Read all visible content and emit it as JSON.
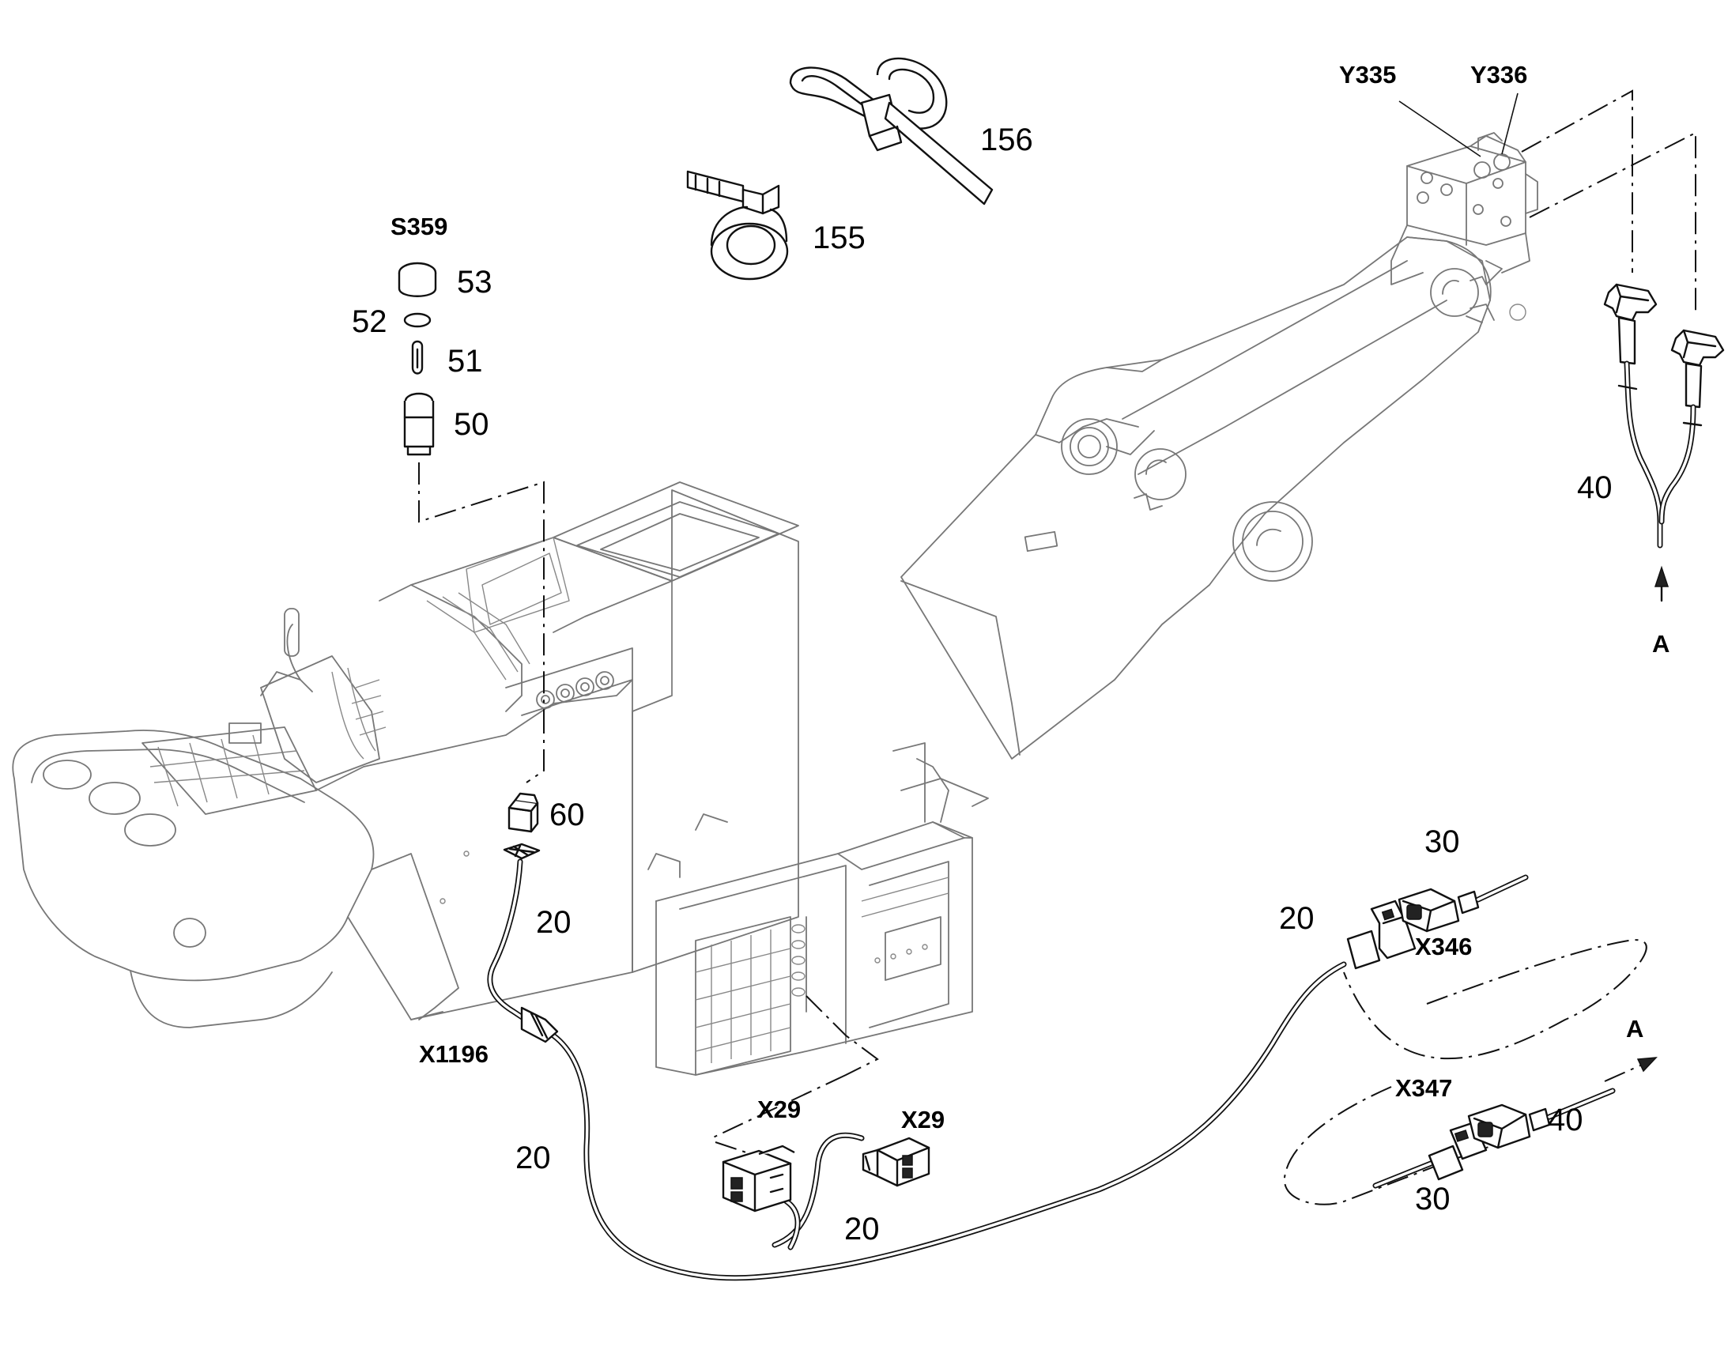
{
  "labels": {
    "s359": "S359",
    "p53": "53",
    "p52": "52",
    "p51": "51",
    "p50": "50",
    "p60": "60",
    "p155": "155",
    "p156": "156",
    "y335": "Y335",
    "y336": "Y336",
    "p40_top": "40",
    "view_a_top": "A",
    "p20_cab": "20",
    "x1196": "X1196",
    "p20_lower": "20",
    "x29_left": "X29",
    "x29_right": "X29",
    "p20_x29": "20",
    "p20_x346": "20",
    "p30_top": "30",
    "x346": "X346",
    "x347": "X347",
    "p40_bottom": "40",
    "p30_bottom": "30",
    "view_a_bottom": "A"
  }
}
